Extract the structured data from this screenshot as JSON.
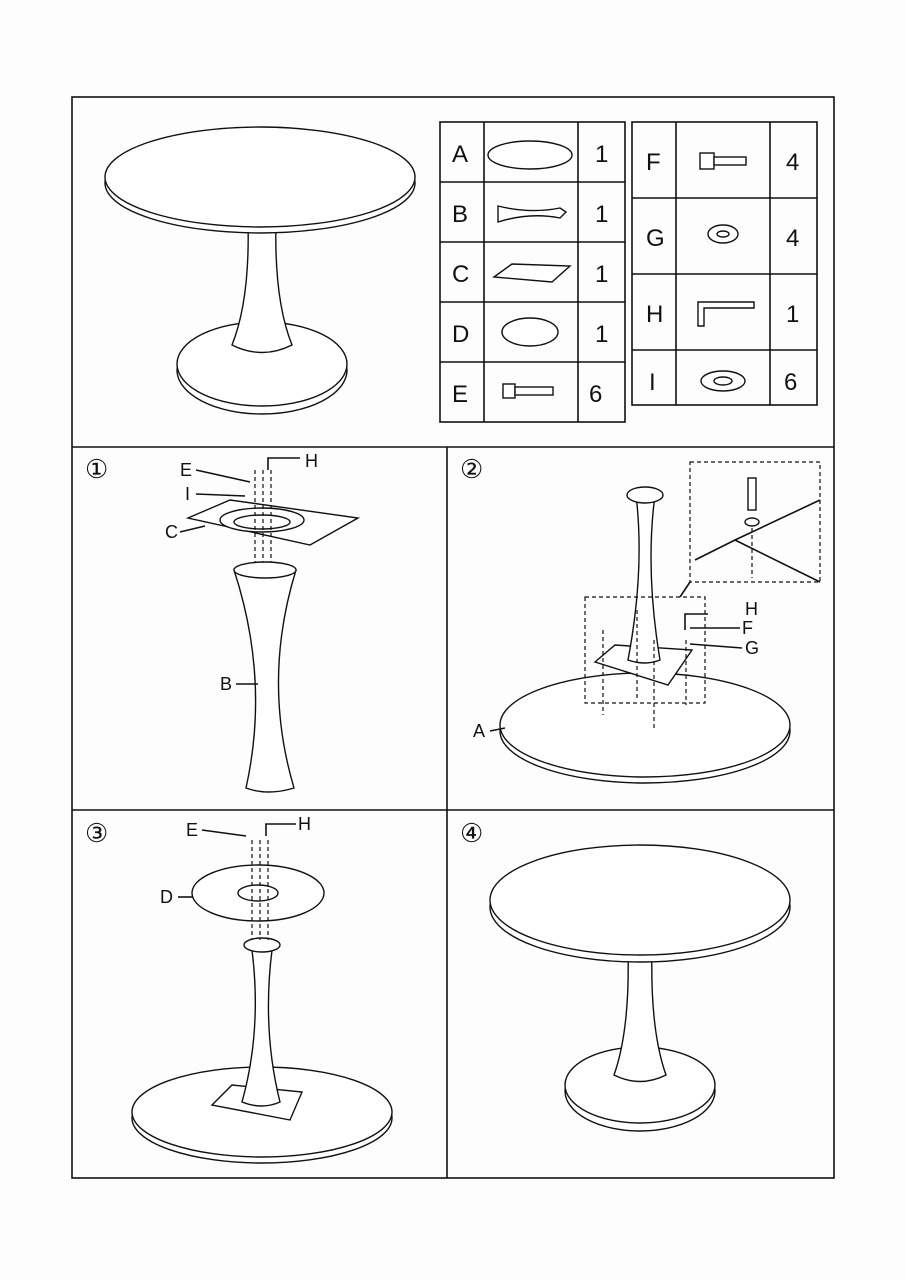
{
  "parts_table_left": [
    {
      "letter": "A",
      "qty": "1",
      "part": "tabletop"
    },
    {
      "letter": "B",
      "qty": "1",
      "part": "column"
    },
    {
      "letter": "C",
      "qty": "1",
      "part": "top-plate"
    },
    {
      "letter": "D",
      "qty": "1",
      "part": "base-cover"
    },
    {
      "letter": "E",
      "qty": "6",
      "part": "bolt"
    }
  ],
  "parts_table_right": [
    {
      "letter": "F",
      "qty": "4",
      "part": "short-bolt"
    },
    {
      "letter": "G",
      "qty": "4",
      "part": "washer"
    },
    {
      "letter": "H",
      "qty": "1",
      "part": "allen-key"
    },
    {
      "letter": "I",
      "qty": "6",
      "part": "flat-washer"
    }
  ],
  "steps": [
    {
      "number": "①",
      "labels": {
        "e": "E",
        "h": "H",
        "i": "I",
        "c": "C",
        "b": "B"
      }
    },
    {
      "number": "②",
      "labels": {
        "h": "H",
        "f": "F",
        "g": "G",
        "a": "A"
      }
    },
    {
      "number": "③",
      "labels": {
        "e": "E",
        "h": "H",
        "d": "D"
      }
    },
    {
      "number": "④",
      "labels": {}
    }
  ]
}
